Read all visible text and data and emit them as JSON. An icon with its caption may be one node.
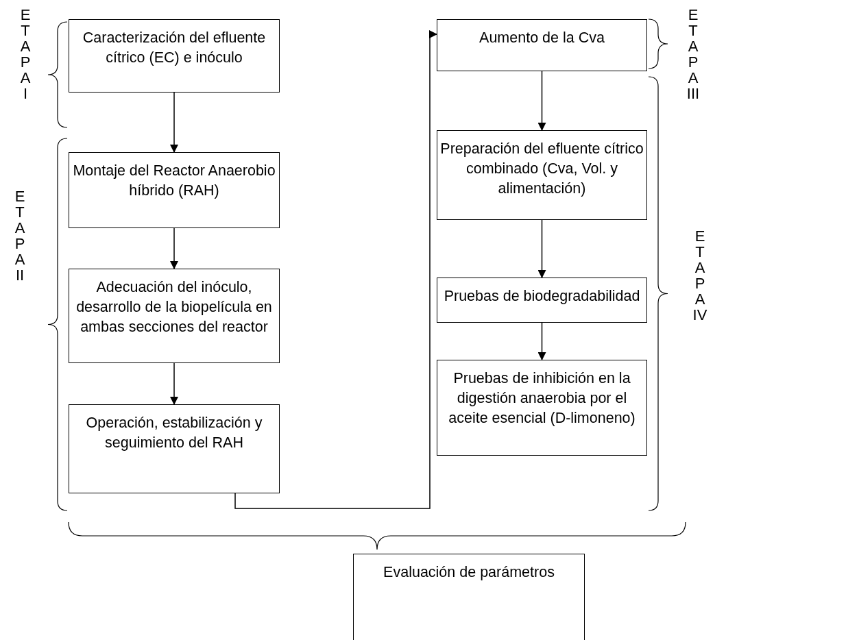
{
  "diagram": {
    "nodes": [
      {
        "text": [
          "Caracterización del efluente cítrico (EC) e inóculo"
        ]
      },
      {
        "text": [
          "Montaje del Reactor Anaerobio híbrido (RAH)"
        ]
      },
      {
        "text": [
          "Adecuación del inóculo, desarrollo de la biopelícula en ambas secciones del reactor"
        ]
      },
      {
        "text": [
          "Operación, estabilización y seguimiento del RAH"
        ]
      },
      {
        "text": [
          "Aumento de la Cva"
        ]
      },
      {
        "text": [
          "Preparación del efluente cítrico combinado (Cva, Vol. y alimentación)"
        ]
      },
      {
        "text": [
          "Pruebas de biodegradabilidad"
        ]
      },
      {
        "text": [
          "Pruebas de inhibición en la digestión anaerobia por el aceite esencial (D-limoneno)"
        ]
      },
      {
        "text": [
          "Evaluación de parámetros"
        ]
      }
    ],
    "edges": [
      {
        "from": 0,
        "to": 1,
        "arrow": "to"
      },
      {
        "from": 1,
        "to": 2,
        "arrow": "to"
      },
      {
        "from": 2,
        "to": 3,
        "arrow": "to"
      },
      {
        "from": 3,
        "to": 4,
        "arrow": "to"
      },
      {
        "from": 4,
        "to": 5,
        "arrow": "to"
      },
      {
        "from": 5,
        "to": 6,
        "arrow": "to"
      },
      {
        "from": 6,
        "to": 7,
        "arrow": "to"
      }
    ],
    "labels": [
      "ETAPA I",
      "ETAPA II",
      "ETAPA III",
      "ETAPA IV"
    ]
  }
}
